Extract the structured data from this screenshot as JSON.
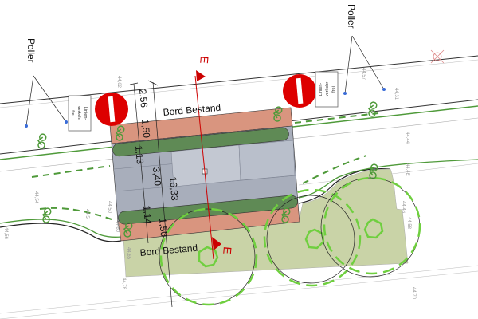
{
  "labels": {
    "poller_left": "Poller",
    "poller_right": "Poller",
    "bord_top": "Bord Bestand",
    "bord_bottom": "Bord Bestand",
    "section_top": "E",
    "section_bottom": "E",
    "sign_left": [
      "Linien-",
      "verkehr",
      "frei"
    ],
    "sign_right": [
      "Linien-",
      "verkehr",
      "frei"
    ]
  },
  "dimensions": [
    "2,56",
    "1,50",
    "1,13",
    "3,40",
    "16,33",
    "1,14",
    "1,50"
  ],
  "elevations": [
    "44,62",
    "44,57",
    "44,31",
    "44,44",
    "44,4E",
    "44,56",
    "44,5",
    "44,50",
    "44,60",
    "44,65",
    "44,78",
    "44,46",
    "44,58",
    "44,70",
    "44,54"
  ],
  "colors": {
    "platform_red": "#d9957f",
    "paving_grey": "#a8aebb",
    "hedge_green": "#5f8a55",
    "tree_green": "#6fcf3f",
    "lawn": "#c9d3a7",
    "section_red": "#cc0000",
    "bike_path": "#4f9a3a",
    "no_entry": "#dd0000"
  }
}
